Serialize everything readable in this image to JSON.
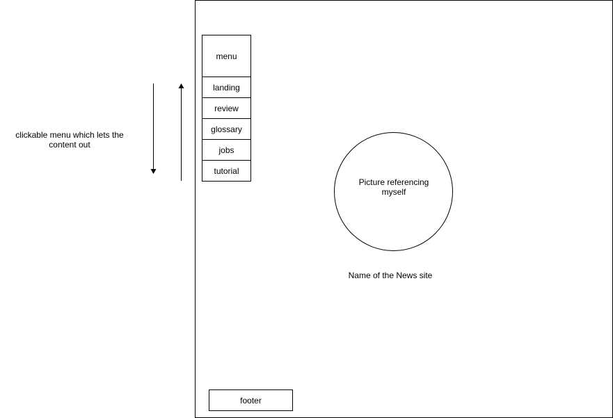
{
  "annotation": {
    "line1": "clickable menu which lets the",
    "line2": "content out"
  },
  "menu": {
    "title": "menu",
    "items": [
      {
        "label": "landing"
      },
      {
        "label": "review"
      },
      {
        "label": "glossary"
      },
      {
        "label": "jobs"
      },
      {
        "label": "tutorial"
      }
    ]
  },
  "picture": {
    "line1": "Picture referencing",
    "line2": "myself"
  },
  "site_name": "Name of the News site",
  "footer": {
    "label": "footer"
  }
}
